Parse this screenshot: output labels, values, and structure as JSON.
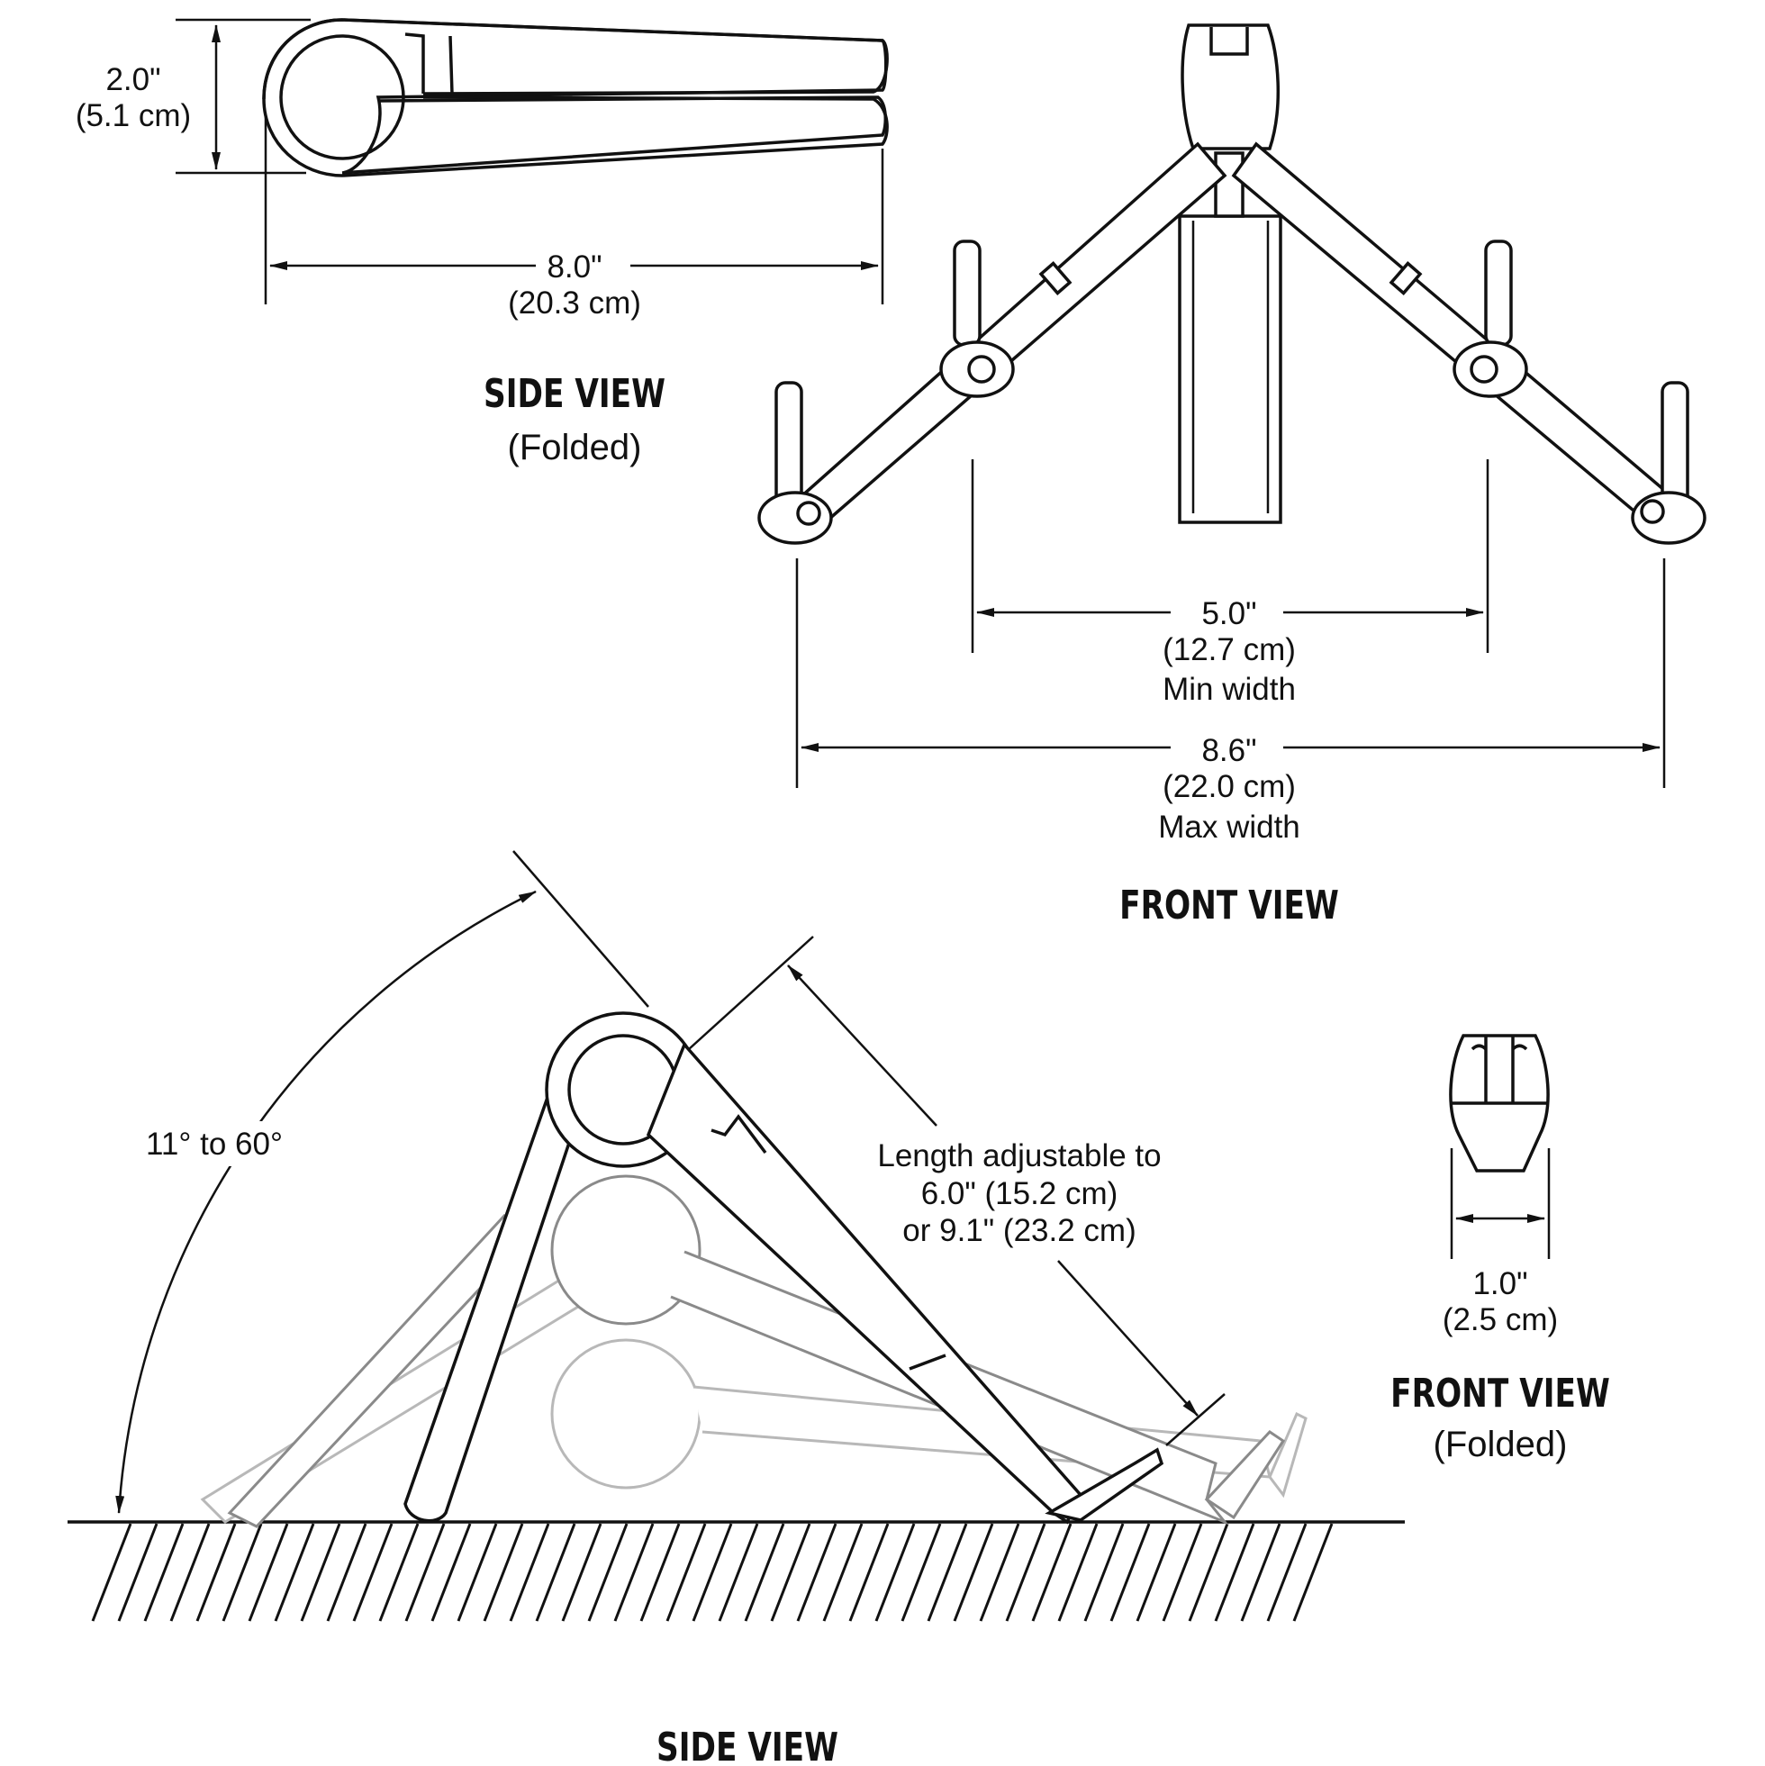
{
  "side_view_folded": {
    "height_label_in": "2.0\"",
    "height_label_cm": "(5.1 cm)",
    "length_label_in": "8.0\"",
    "length_label_cm": "(20.3 cm)",
    "title": "SIDE VIEW",
    "subtitle": "(Folded)"
  },
  "front_view": {
    "min_width_in": "5.0\"",
    "min_width_cm": "(12.7 cm)",
    "min_width_caption": "Min width",
    "max_width_in": "8.6\"",
    "max_width_cm": "(22.0 cm)",
    "max_width_caption": "Max width",
    "title": "FRONT VIEW"
  },
  "side_view": {
    "angle_label": "11° to 60°",
    "length_line1": "Length adjustable to",
    "length_line2": "6.0\" (15.2 cm)",
    "length_line3": "or 9.1\" (23.2 cm)",
    "title": "SIDE VIEW"
  },
  "front_view_folded": {
    "width_label_in": "1.0\"",
    "width_label_cm": "(2.5 cm)",
    "title": "FRONT VIEW",
    "subtitle": "(Folded)"
  },
  "colors": {
    "ink": "#111111",
    "ghost_light": "#b8b8b8",
    "ghost_mid": "#8a8a8a",
    "background": "#ffffff"
  }
}
